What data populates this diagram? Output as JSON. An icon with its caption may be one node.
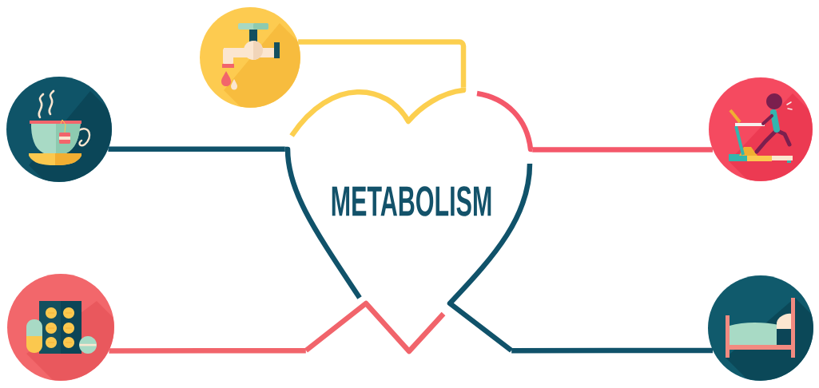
{
  "diagram": {
    "nodes": [
      {
        "text": [],
        "shape": "picture"
      },
      {
        "text": [],
        "shape": "picture"
      },
      {
        "text": [],
        "shape": "picture"
      },
      {
        "text": [
          "METABOLISM"
        ]
      },
      {
        "text": [],
        "shape": "picture"
      },
      {
        "text": [],
        "shape": "picture"
      }
    ],
    "edges": [
      {
        "from": 0,
        "to": 3,
        "arrow": "none",
        "color": "#fccf4f"
      },
      {
        "from": 1,
        "to": 3,
        "arrow": "none",
        "color": "#10526a"
      },
      {
        "from": 2,
        "to": 3,
        "arrow": "none",
        "color": "#f4586a"
      },
      {
        "from": 4,
        "to": 3,
        "arrow": "none",
        "color": "#f1646b"
      },
      {
        "from": 5,
        "to": 3,
        "arrow": "none",
        "color": "#10526a"
      }
    ]
  }
}
